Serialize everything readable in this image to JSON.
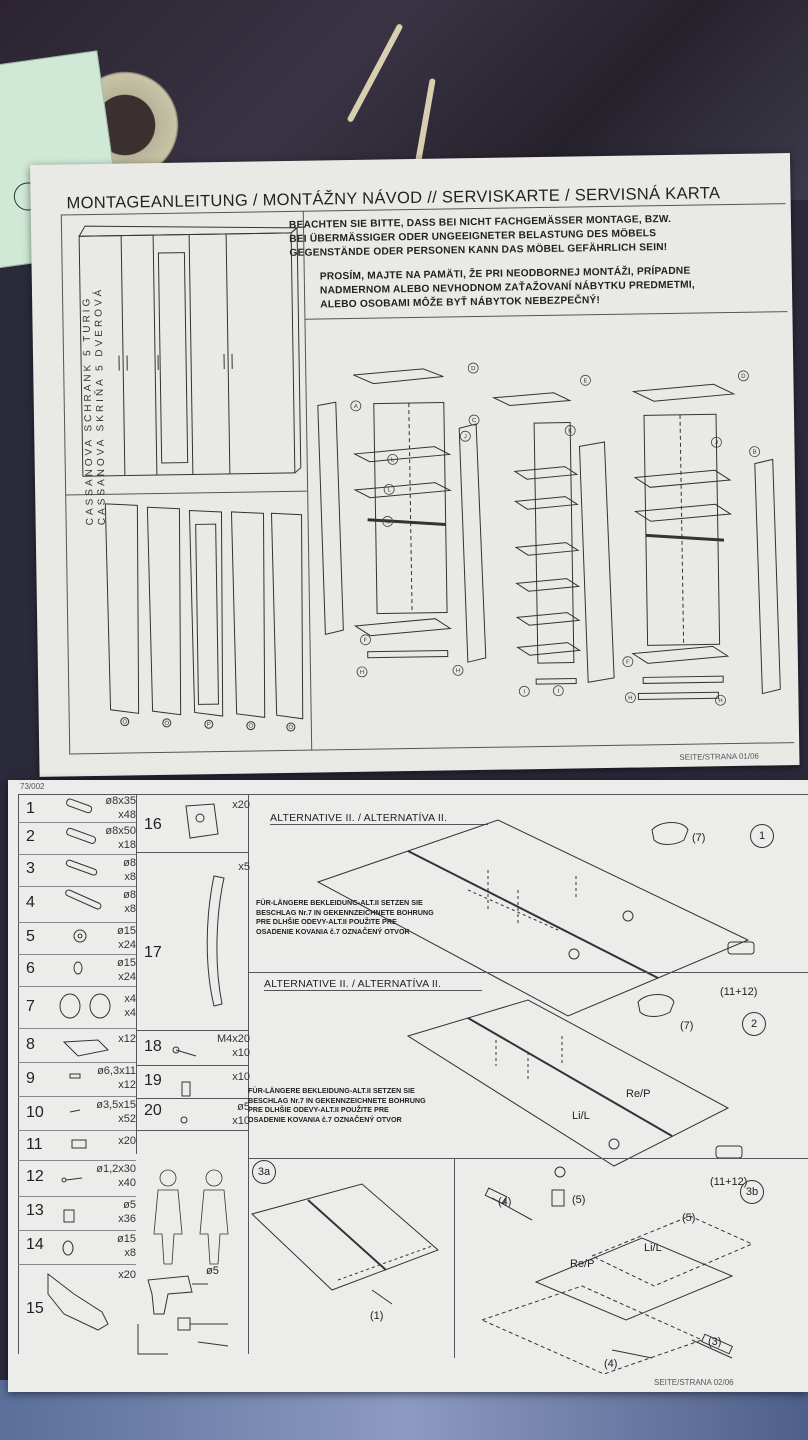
{
  "header": {
    "title": "MONTAGEANLEITUNG / MONTÁŽNY NÁVOD  //  SERVISKARTE / SERVISNÁ KARTA"
  },
  "warning": {
    "de": [
      "BEACHTEN SIE BITTE, DASS BEI NICHT FACHGEMÄSSER MONTAGE, BZW.",
      "BEI ÜBERMÄSSIGER ODER UNGEEIGNETER BELASTUNG DES MÖBELS",
      "GEGENSTÄNDE ODER PERSONEN KANN DAS MÖBEL GEFÄHRLICH SEIN!"
    ],
    "sk": [
      "PROSÍM, MAJTE NA PAMÄTI, ŽE PRI NEODBORNEJ MONTÁŽI, PRÍPADNE",
      "NADMERNOM ALEBO NEVHODNOM ZAŤAŽOVANÍ NÁBYTKU PREDMETMI,",
      "ALEBO OSOBAMI MÔŽE BYŤ NÁBYTOK NEBEZPEČNÝ!"
    ]
  },
  "product": {
    "line1": "CASSANOVA SCHRANK 5 TURIG",
    "line2": "CASSANOVA SKRIŇA 5 DVEROVÁ"
  },
  "panel_letters": [
    "A",
    "B",
    "C",
    "D",
    "E",
    "F",
    "G",
    "H",
    "I",
    "J",
    "K",
    "L",
    "M",
    "N",
    "O",
    "P"
  ],
  "page1": {
    "number": "SEITE/STRANA 01/06",
    "code": "73/002"
  },
  "page2": {
    "number": "SEITE/STRANA 02/06"
  },
  "parts": [
    {
      "no": "1",
      "qty": [
        "ø8x35",
        "x48"
      ]
    },
    {
      "no": "2",
      "qty": [
        "ø8x50",
        "x18"
      ]
    },
    {
      "no": "3",
      "qty": [
        "ø8",
        "x8"
      ]
    },
    {
      "no": "4",
      "qty": [
        "ø8",
        "x8"
      ]
    },
    {
      "no": "5",
      "qty": [
        "ø15",
        "x24"
      ]
    },
    {
      "no": "6",
      "qty": [
        "ø15",
        "x24"
      ]
    },
    {
      "no": "7",
      "qty": [
        "x4",
        "x4"
      ]
    },
    {
      "no": "8",
      "qty": [
        "x12"
      ]
    },
    {
      "no": "9",
      "qty": [
        "ø6,3x11",
        "x12"
      ]
    },
    {
      "no": "10",
      "qty": [
        "ø3,5x15",
        "x52"
      ]
    },
    {
      "no": "11",
      "qty": [
        "x20"
      ]
    },
    {
      "no": "12",
      "qty": [
        "ø1,2x30",
        "x40"
      ]
    },
    {
      "no": "13",
      "qty": [
        "ø5",
        "x36"
      ]
    },
    {
      "no": "14",
      "qty": [
        "ø15",
        "x8"
      ]
    },
    {
      "no": "15",
      "qty": [
        "x20"
      ]
    }
  ],
  "parts_right": [
    {
      "no": "16",
      "qty": [
        "x20"
      ]
    },
    {
      "no": "17",
      "qty": [
        "x5"
      ]
    },
    {
      "no": "18",
      "qty": [
        "M4x20",
        "x10"
      ]
    },
    {
      "no": "19",
      "qty": [
        "x10"
      ]
    },
    {
      "no": "20",
      "qty": [
        "ø5",
        "x10"
      ]
    }
  ],
  "drill_label": "ø5",
  "steps": {
    "alt_head": "ALTERNATIVE II. / ALTERNATÍVA II.",
    "note": [
      "FÜR-LÄNGERE BEKLEIDUNG-ALT.II SETZEN SIE",
      "BESCHLAG Nr.7 IN GEKENNZEICHNETE BOHRUNG",
      "PRE DLHŠIE ODEVY-ALT.II POUŽITE PRE",
      "OSADENIE KOVANIA č.7 OZNAČENÝ OTVOR"
    ],
    "s1": "1",
    "s2": "2",
    "s3a": "3a",
    "s3b": "3b",
    "ref7": "(7)",
    "ref11_12": "(11+12)",
    "rep": "Re/P",
    "lil": "Li/L",
    "ref1": "(1)",
    "ref3": "(3)",
    "ref4": "(4)",
    "ref5": "(5)"
  }
}
